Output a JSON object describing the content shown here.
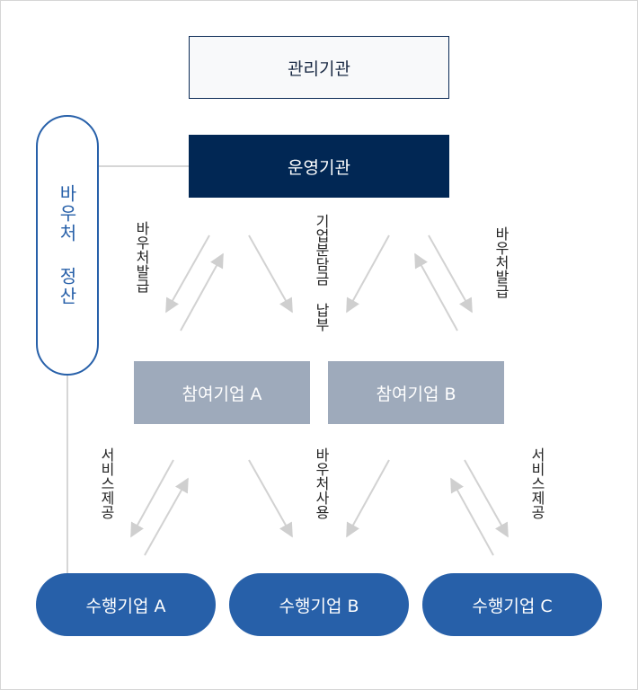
{
  "nodes": {
    "management": "관리기관",
    "operation": "운영기관",
    "settlement": "바우처 정산",
    "participant_a": "참여기업 A",
    "participant_b": "참여기업 B",
    "performer_a": "수행기업 A",
    "performer_b": "수행기업 B",
    "performer_c": "수행기업 C"
  },
  "labels": {
    "voucher_issue_left": "바우처발급",
    "company_share_payment": "기업분담금 납부",
    "voucher_issue_right": "바우처발급",
    "service_provision_left": "서비스제공",
    "voucher_use": "바우처사용",
    "service_provision_right": "서비스제공"
  },
  "colors": {
    "navy": "#012754",
    "blue": "#2760a9",
    "gray_box": "#9eaabb",
    "arrow": "#d2d2d2"
  }
}
